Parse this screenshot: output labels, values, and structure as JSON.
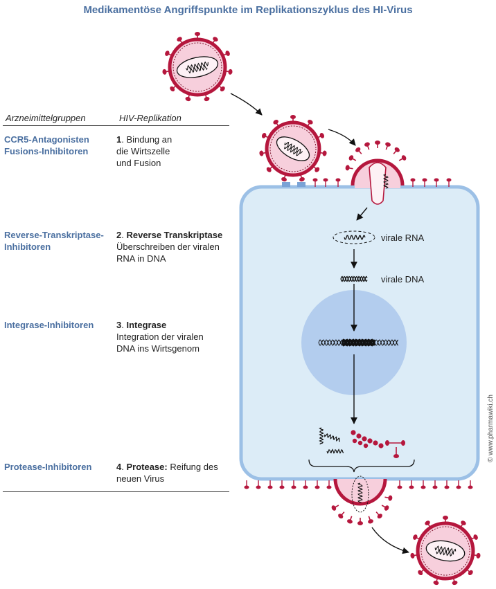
{
  "title": "Medikamentöse Angriffspunkte im Replikationszyklus des HI-Virus",
  "columns": {
    "drugs": "Arzneimittelgruppen",
    "replication": "HIV-Replikation"
  },
  "drug_groups": {
    "ccr5": "CCR5-Antagonisten",
    "fusion": "Fusions-Inhibitoren",
    "rt_line1": "Reverse-Transkriptase-",
    "rt_line2": "Inhibitoren",
    "integrase": "Integrase-Inhibitoren",
    "protease": "Protease-Inhibitoren"
  },
  "steps": {
    "s1": {
      "num": "1",
      "line1": ". Bindung an",
      "line2": "die Wirtszelle",
      "line3": "und Fusion"
    },
    "s2": {
      "num": "2",
      "name": "Reverse Transkriptase",
      "line2": "Überschreiben der viralen",
      "line3": "RNA in DNA"
    },
    "s3": {
      "num": "3",
      "name": "Integrase",
      "line2": "Integration der viralen",
      "line3": "DNA ins Wirtsgenom"
    },
    "s4": {
      "num": "4",
      "name": "Protease:",
      "rest": " Reifung des",
      "line2": "neuen Virus"
    }
  },
  "labels": {
    "viral_rna": "virale RNA",
    "viral_dna": "virale DNA"
  },
  "copyright": "© www.pharmawiki.ch",
  "colors": {
    "title_blue": "#4a6fa0",
    "virus_red": "#b5173d",
    "virus_pink": "#f7cfdc",
    "cell_fill": "#dcecf7",
    "cell_border": "#9cc0e6",
    "nucleus": "#b3cdee"
  }
}
